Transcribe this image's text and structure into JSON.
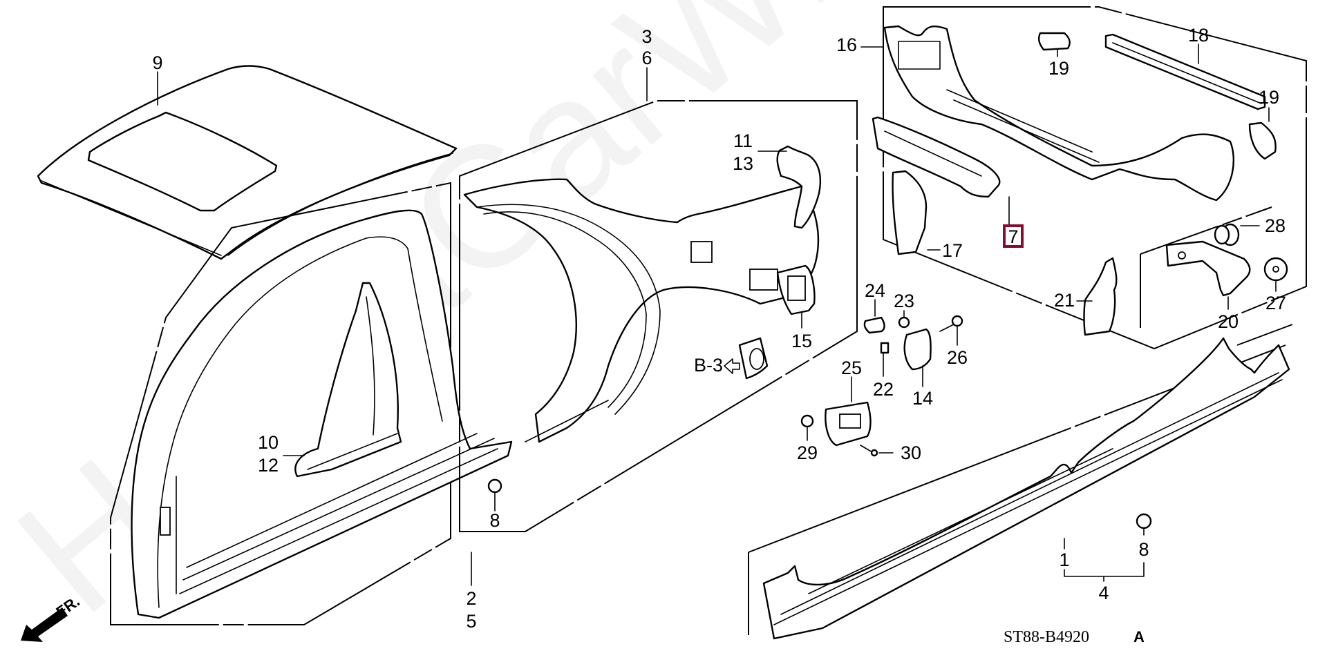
{
  "diagram": {
    "title": "Outer Panel / Rear Panel parts diagram",
    "watermark": "HondaCarWin.ru",
    "code": "ST88-B4920",
    "code_suffix": "A",
    "front_indicator": "FR.",
    "reference": "B-3",
    "highlight_color": "#8b0a2e",
    "highlighted_part": "7",
    "callouts": {
      "c1": "1",
      "c2": "2",
      "c3": "3",
      "c4": "4",
      "c5": "5",
      "c6": "6",
      "c7": "7",
      "c8a": "8",
      "c8b": "8",
      "c9": "9",
      "c10": "10",
      "c11": "11",
      "c12": "12",
      "c13": "13",
      "c14": "14",
      "c15": "15",
      "c16": "16",
      "c17": "17",
      "c18": "18",
      "c19a": "19",
      "c19b": "19",
      "c20": "20",
      "c21": "21",
      "c22": "22",
      "c23": "23",
      "c24": "24",
      "c25": "25",
      "c26": "26",
      "c27": "27",
      "c28": "28",
      "c29": "29",
      "c30": "30"
    }
  }
}
